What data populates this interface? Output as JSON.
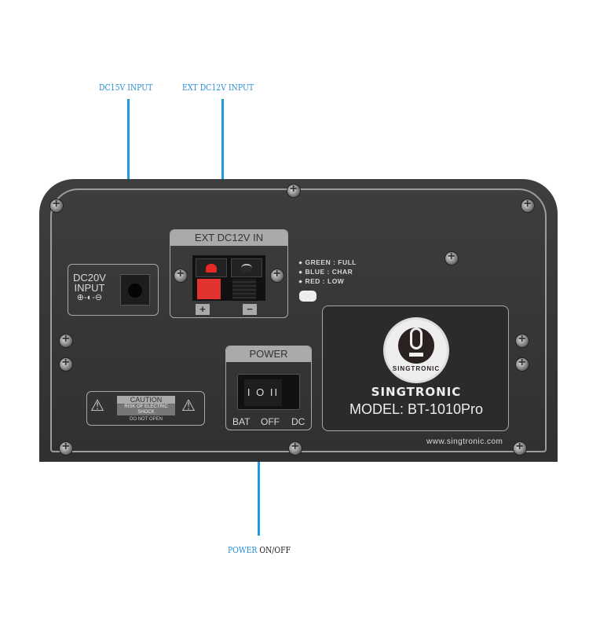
{
  "callouts": {
    "dc15v": "DC15V INPUT",
    "ext_dc12v": "EXT DC12V INPUT",
    "power_word": "POWER",
    "power_rest": "ON/OFF"
  },
  "panel": {
    "dc20v_label": "DC20V",
    "dc20v_sub": "INPUT",
    "polarity": "⊕-◐-⊖",
    "ext_title": "EXT DC12V IN",
    "plus": "+",
    "minus": "−",
    "leds": [
      "GREEN : FULL",
      "BLUE : CHAR",
      "RED : LOW"
    ],
    "power_title": "POWER",
    "switch_symbols": "I O II",
    "switch_positions": [
      "BAT",
      "OFF",
      "DC"
    ],
    "caution_title": "CAUTION",
    "caution_text": "RISK OF ELECTRIC SHOCK",
    "caution_footer": "DO NOT OPEN",
    "brand": "SINGTRONIC",
    "model": "MODEL: BT-1010Pro",
    "website": "www.singtronic.com"
  }
}
